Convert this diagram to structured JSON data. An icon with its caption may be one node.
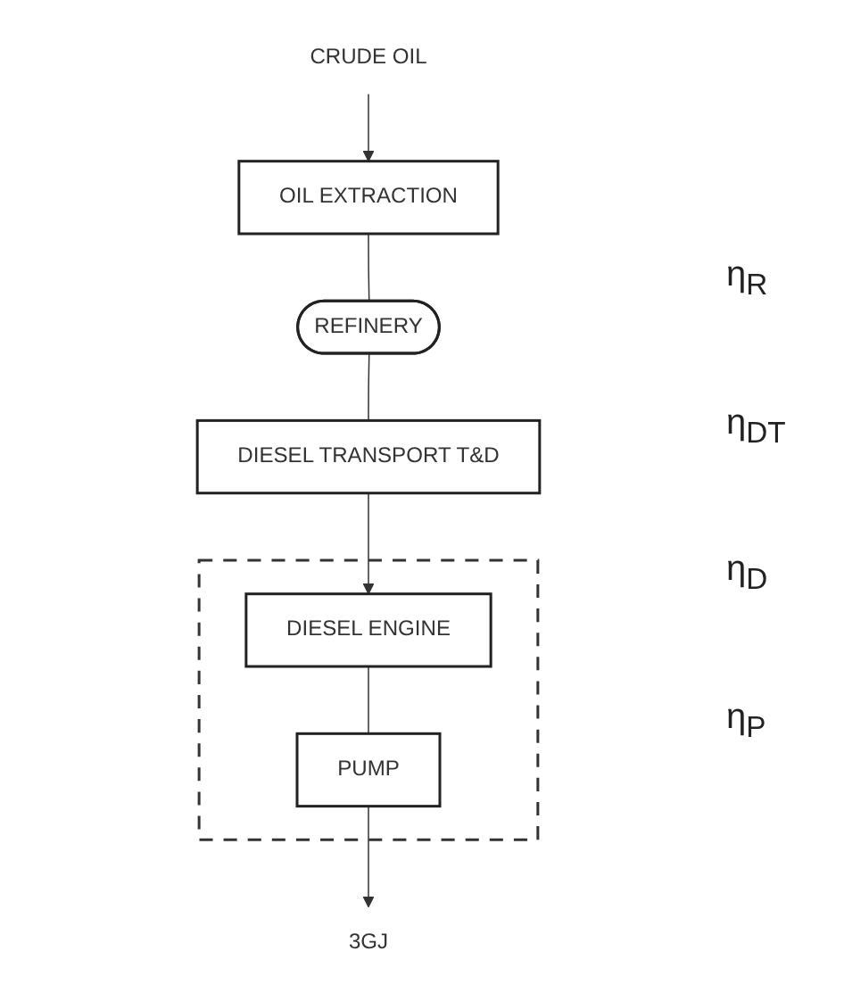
{
  "diagram": {
    "nodes": [
      {
        "text": [
          "CRUDE OIL"
        ]
      },
      {
        "text": [
          "OIL EXTRACTION"
        ]
      },
      {
        "text": [
          "REFINERY"
        ]
      },
      {
        "text": [
          "DIESEL TRANSPORT T&D"
        ]
      },
      {
        "text": [],
        "shape": "box"
      },
      {
        "text": [
          "DIESEL ENGINE"
        ],
        "in": 4
      },
      {
        "text": [
          "PUMP"
        ],
        "in": 4
      },
      {
        "text": [
          "3GJ"
        ]
      }
    ],
    "edges": [
      {
        "from": 0,
        "to": 1,
        "arrow": "to"
      },
      {
        "from": 1,
        "to": 2,
        "arrow": "none"
      },
      {
        "from": 2,
        "to": 3,
        "arrow": "none"
      },
      {
        "from": 3,
        "to": 5,
        "arrow": "to"
      },
      {
        "from": 5,
        "to": 6,
        "arrow": "none"
      },
      {
        "from": 6,
        "to": 7,
        "arrow": "to"
      }
    ],
    "labels": [
      "η$_{R}$",
      "η$_{DT}$",
      "η$_{D}$",
      "η$_{P}$"
    ]
  }
}
